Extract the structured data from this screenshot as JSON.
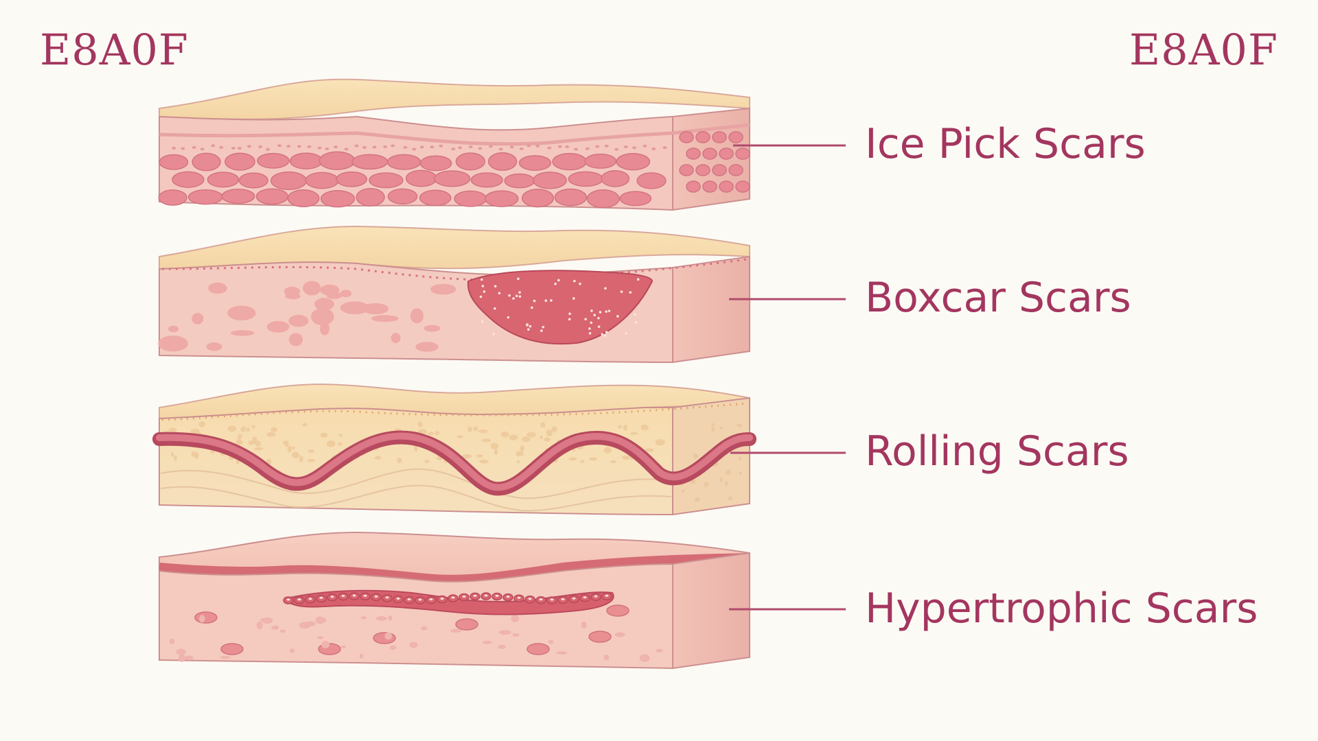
{
  "corner_labels": {
    "left": "E8A0F",
    "right": "E8A0F"
  },
  "layers": [
    {
      "label": "Ice Pick Scars"
    },
    {
      "label": "Boxcar Scars"
    },
    {
      "label": "Rolling Scars"
    },
    {
      "label": "Hypertrophic Scars"
    }
  ],
  "colors": {
    "background": "#fcfaf5",
    "label_text": "#a3365f",
    "leader_line": "#b04a6c",
    "epidermis_top": "#f7dcae",
    "dermis_pink": "#f3c2b9",
    "cell_fill": "#e88a94",
    "scar_red": "#d9656f",
    "rolling_band": "#cf5a6c",
    "edge_stroke": "#c98a8a"
  }
}
